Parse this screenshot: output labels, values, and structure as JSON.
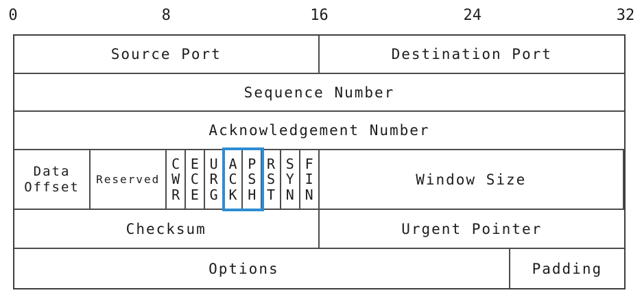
{
  "colors": {
    "background": "#ffffff",
    "border": "#4b4b4b",
    "outer_border": "#3d3d3d",
    "text": "#1c1c1c",
    "highlight": "#2d8dd2"
  },
  "ruler": {
    "labels": [
      "0",
      "8",
      "16",
      "24",
      "32"
    ]
  },
  "fields": {
    "source_port": "Source Port",
    "destination_port": "Destination Port",
    "sequence_number": "Sequence Number",
    "acknowledgement_number": "Acknowledgement Number",
    "data_offset": "Data\nOffset",
    "reserved": "Reserved",
    "window_size": "Window Size",
    "checksum": "Checksum",
    "urgent_pointer": "Urgent Pointer",
    "options": "Options",
    "padding": "Padding"
  },
  "flags": [
    {
      "label": "CWR",
      "highlighted": false
    },
    {
      "label": "ECE",
      "highlighted": false
    },
    {
      "label": "URG",
      "highlighted": false
    },
    {
      "label": "ACK",
      "highlighted": true
    },
    {
      "label": "PSH",
      "highlighted": true
    },
    {
      "label": "RST",
      "highlighted": false
    },
    {
      "label": "SYN",
      "highlighted": false
    },
    {
      "label": "FIN",
      "highlighted": false
    }
  ],
  "highlight_note": {
    "fields": "ACK, PSH"
  }
}
